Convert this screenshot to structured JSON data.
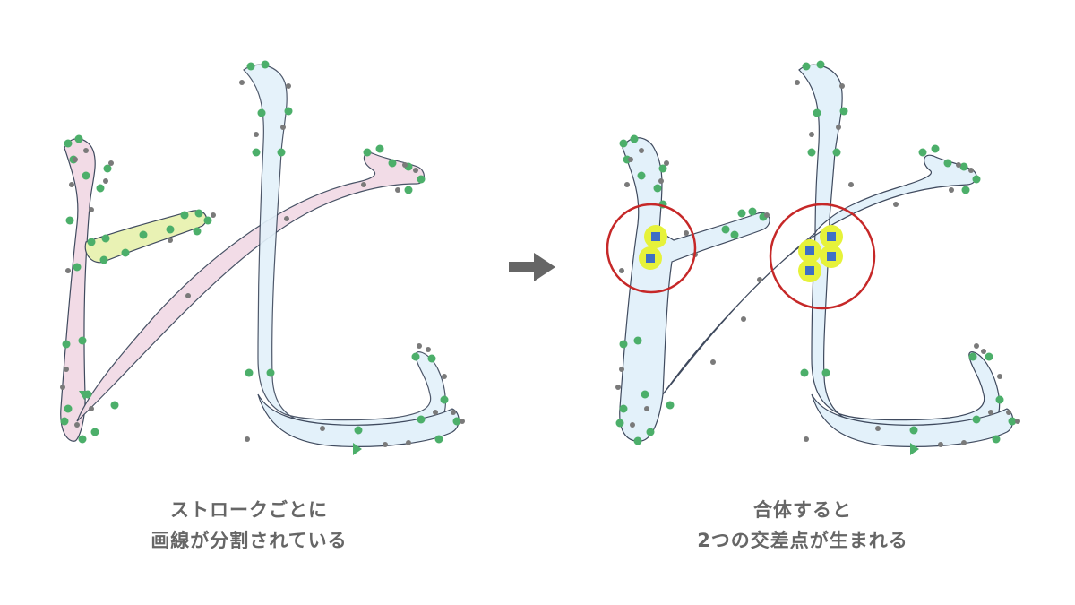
{
  "captions": {
    "before": [
      "ストロークごとに",
      "画線が分割されている"
    ],
    "after": [
      "合体すると",
      "2つの交差点が生まれる"
    ]
  },
  "colors": {
    "stroke_pink": "#f2dbe6",
    "stroke_blue": "#e3f1fa",
    "stroke_yellow": "#e9f2b4",
    "outline": "#3f4a5e",
    "on_curve_point": "#4caf6a",
    "control_point": "#7a7a7a",
    "intersection_point": "#3e6fc4",
    "intersection_halo": "#e6f23a",
    "highlight_circle": "#c62828",
    "arrow": "#666666"
  },
  "icons": {
    "transition": "right-arrow-icon",
    "start_marker": "triangle-start-icon"
  }
}
